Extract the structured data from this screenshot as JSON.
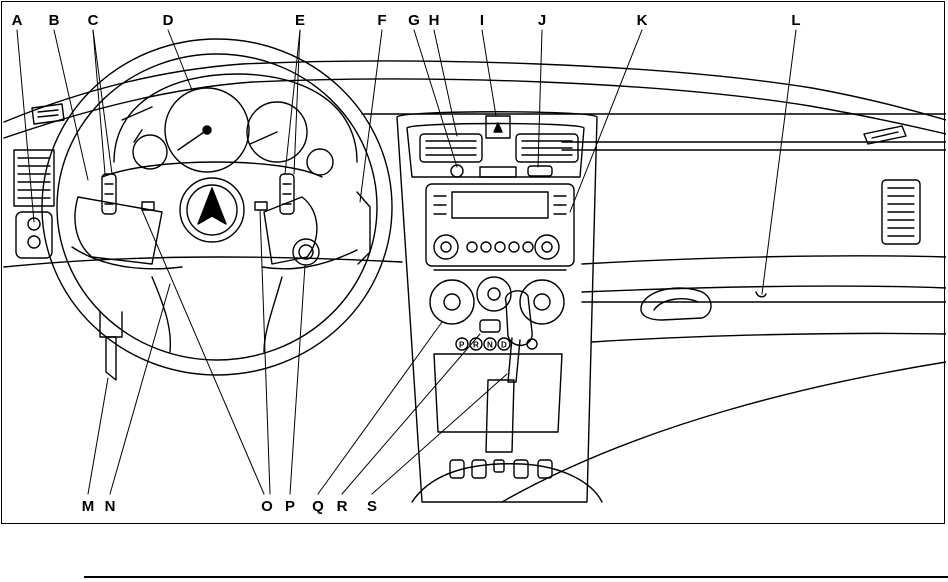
{
  "callouts_top": [
    "A",
    "B",
    "C",
    "D",
    "E",
    "F",
    "G",
    "H",
    "I",
    "J",
    "K",
    "L"
  ],
  "callouts_bottom": [
    "M",
    "N",
    "O",
    "P",
    "Q",
    "R",
    "S"
  ],
  "gear_labels": [
    "P",
    "R",
    "N",
    "D"
  ]
}
